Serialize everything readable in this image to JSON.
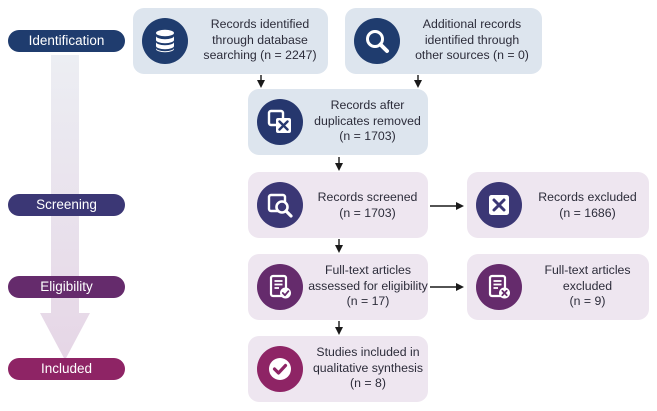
{
  "stages": {
    "identification": "Identification",
    "screening": "Screening",
    "eligibility": "Eligibility",
    "included": "Included"
  },
  "boxes": {
    "database_records": {
      "icon": "database-icon",
      "lines": [
        "Records identified",
        "through database",
        "searching (n = 2247)"
      ]
    },
    "other_records": {
      "icon": "search-icon",
      "lines": [
        "Additional records",
        "identified through",
        "other sources (n = 0)"
      ]
    },
    "duplicates_removed": {
      "icon": "duplicate-remove-icon",
      "lines": [
        "Records after",
        "duplicates removed",
        "(n = 1703)"
      ]
    },
    "screened": {
      "icon": "screen-search-icon",
      "lines": [
        "Records screened",
        "(n = 1703)"
      ]
    },
    "excluded": {
      "icon": "close-box-icon",
      "lines": [
        "Records excluded",
        "(n = 1686)"
      ]
    },
    "fulltext_assessed": {
      "icon": "document-check-icon",
      "lines": [
        "Full-text articles",
        "assessed for eligibility",
        "(n = 17)"
      ]
    },
    "fulltext_excluded": {
      "icon": "document-x-icon",
      "lines": [
        "Full-text articles",
        "excluded",
        "(n = 9)"
      ]
    },
    "included": {
      "icon": "check-circle-icon",
      "lines": [
        "Studies included in",
        "qualitative synthesis",
        "(n = 8)"
      ]
    }
  },
  "colors": {
    "navy": "#1f3c6e",
    "indigo": "#3b3775",
    "purple": "#652b6c",
    "magenta": "#8e2465",
    "box_blue": "#dde5ee",
    "box_purple": "#eee6f0"
  }
}
